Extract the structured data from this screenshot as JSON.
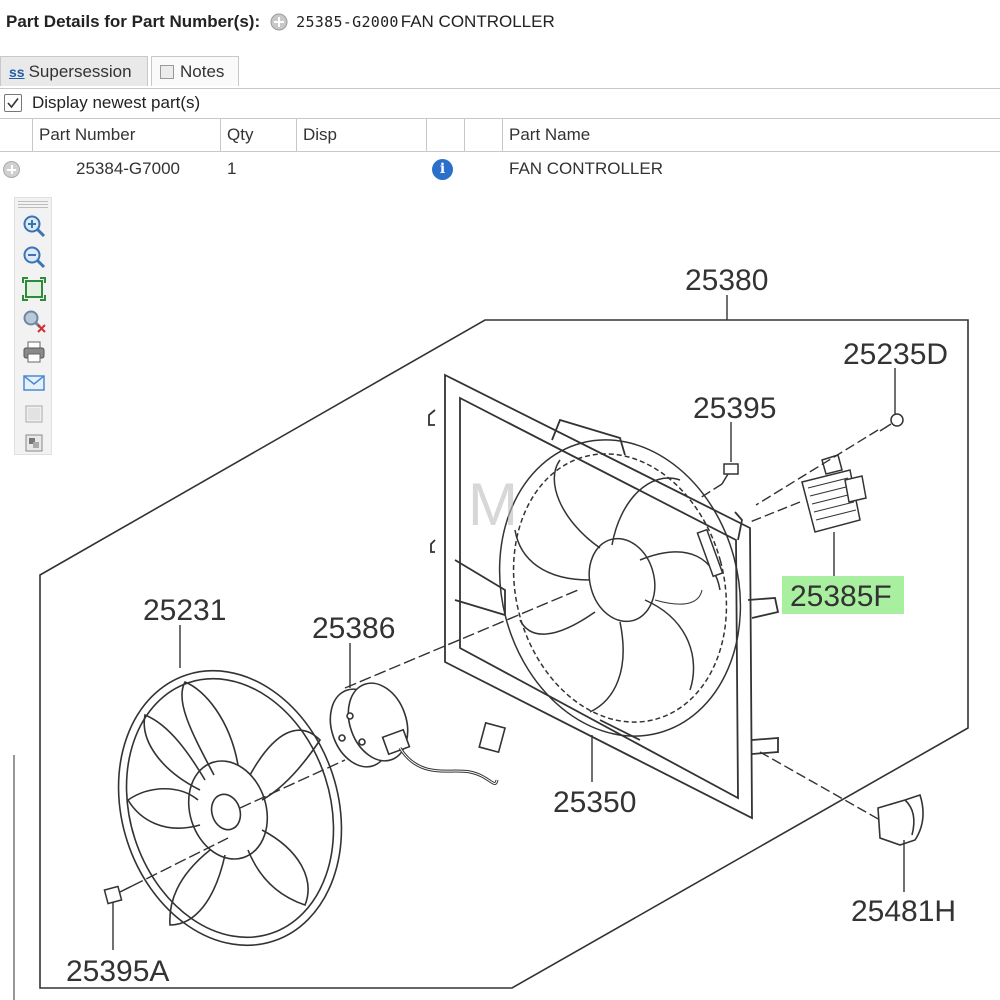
{
  "header": {
    "label": "Part Details for Part Number(s):",
    "part_number": "25385-G2000",
    "part_desc": "FAN CONTROLLER"
  },
  "tabs": [
    {
      "icon": "ss",
      "label": "Supersession"
    },
    {
      "label": "Notes"
    }
  ],
  "options": {
    "display_newest_label": "Display newest part(s)",
    "display_newest_checked": true
  },
  "table": {
    "columns": [
      "Part Number",
      "Qty",
      "Disp",
      "",
      "",
      "Part Name"
    ],
    "rows": [
      {
        "part_number": "25384-G7000",
        "qty": "1",
        "name": "FAN CONTROLLER"
      }
    ]
  },
  "toolbar": [
    "zoom-in-icon",
    "zoom-out-icon",
    "fit-to-window-icon",
    "clear-zoom-icon",
    "print-icon",
    "email-icon",
    "blank-page-icon",
    "image-icon"
  ],
  "diagram": {
    "callouts": {
      "c25380": "25380",
      "c25235d": "25235D",
      "c25395": "25395",
      "c25385f": "25385F",
      "c25231": "25231",
      "c25386": "25386",
      "c25350": "25350",
      "c25481h": "25481H",
      "c25395a": "25395A"
    },
    "highlight_color": "#a8f0a0"
  }
}
